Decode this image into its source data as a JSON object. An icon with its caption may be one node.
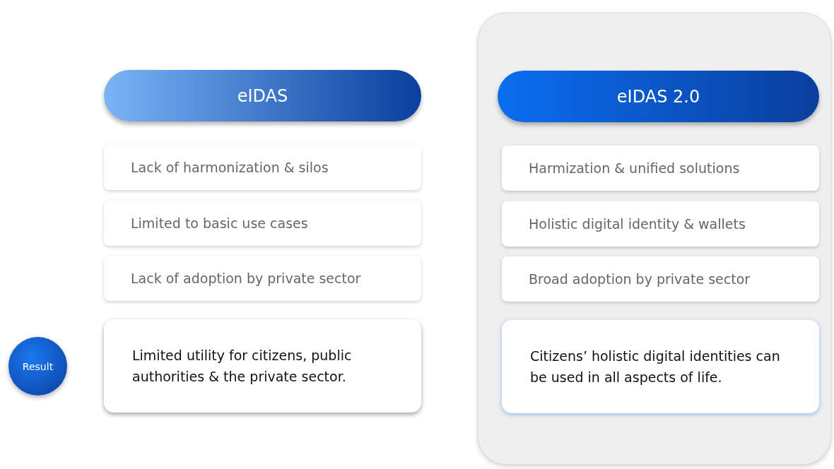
{
  "diagram": {
    "nodes": [
      {
        "text": [
          "eIDAS"
        ]
      },
      {
        "text": [
          "Lack of harmonization & silos"
        ]
      },
      {
        "text": [
          "Limited to basic use cases"
        ]
      },
      {
        "text": [
          "Lack of adoption by private sector"
        ]
      },
      {
        "text": [
          "Limited utility for citizens, public authorities & the private sector."
        ]
      },
      {
        "text": [],
        "shape": "box"
      },
      {
        "text": [
          "eIDAS 2.0"
        ],
        "in": 5
      },
      {
        "text": [
          "Harmization & unified solutions"
        ],
        "in": 5
      },
      {
        "text": [
          "Holistic digital identity & wallets"
        ],
        "in": 5
      },
      {
        "text": [
          "Broad adoption by private sector"
        ],
        "in": 5
      },
      {
        "text": [
          "Citizens’ holistic digital identities can be used in all aspects of life."
        ],
        "in": 5
      },
      {
        "text": [
          "Result"
        ]
      }
    ],
    "edges": []
  }
}
